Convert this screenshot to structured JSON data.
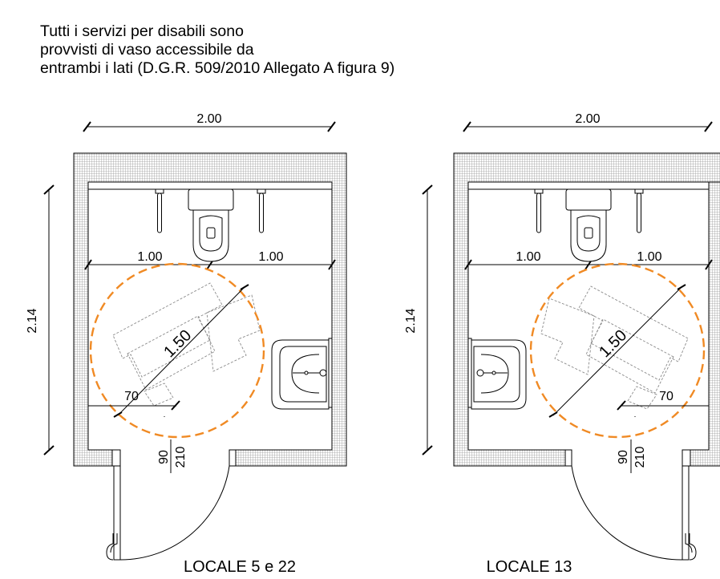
{
  "note": {
    "line1": "Tutti i servizi per disabili sono",
    "line2": "provvisti di vaso accessibile da",
    "line3": "entrambi i lati (D.G.R. 509/2010 Allegato A figura 9)"
  },
  "rooms": [
    {
      "caption": "LOCALE 5 e 22",
      "width_label": "2.00",
      "depth_label": "2.14",
      "side_left_label": "1.00",
      "side_right_label": "1.00",
      "turning_label": "1.50",
      "clearance_label": "70",
      "door_top_label": "90",
      "door_bottom_label": "210"
    },
    {
      "caption": "LOCALE 13",
      "width_label": "2.00",
      "depth_label": "2.14",
      "side_left_label": "1.00",
      "side_right_label": "1.00",
      "turning_label": "1.50",
      "clearance_label": "70",
      "door_top_label": "90",
      "door_bottom_label": "210"
    }
  ],
  "colors": {
    "line": "#000000",
    "wall_hatch": "#9a9a9a",
    "turning_circle": "#f08a24",
    "wheelchair": "#8a8a8a"
  }
}
